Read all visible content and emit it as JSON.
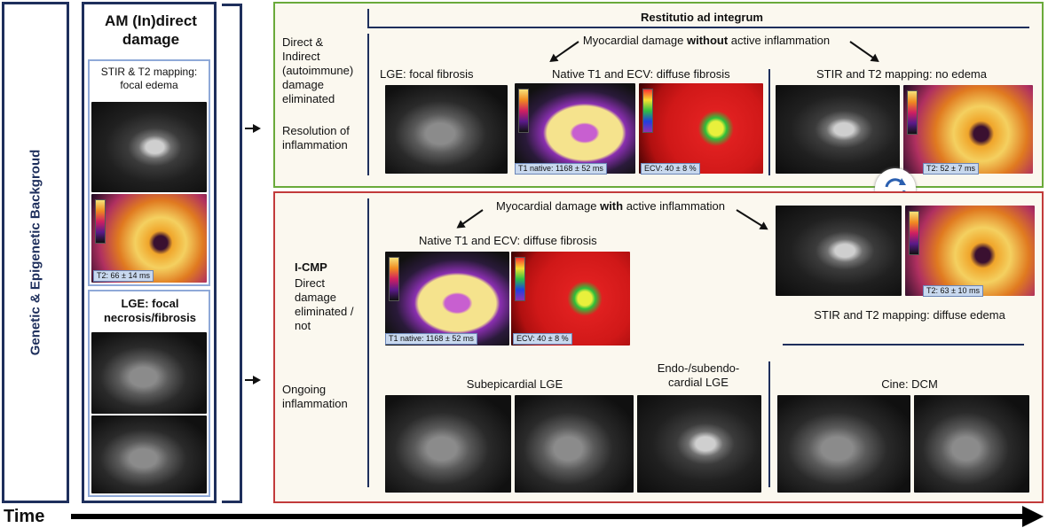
{
  "left_banner": {
    "text": "Genetic & Epigenetic Backgroud"
  },
  "am_column": {
    "title": "AM (In)direct damage",
    "box1_title": "STIR & T2 mapping: focal edema",
    "box1_value": "T2: 66 ± 14 ms",
    "box2_title": "LGE: focal necrosis/fibrosis"
  },
  "top_panel": {
    "header": "Restitutio ad integrum",
    "side_text_1": "Direct & Indirect (autoimmune) damage eliminated",
    "side_text_2": "Resolution of inflammation",
    "subheader_pre": "Myocardial damage ",
    "subheader_bold": "without",
    "subheader_post": " active inflammation",
    "lge_label": "LGE: focal fibrosis",
    "t1ecv_label": "Native T1 and ECV: diffuse fibrosis",
    "t1_value": "T1 native: 1168 ± 52 ms",
    "ecv_value": "ECV: 40 ± 8 %",
    "stir_label": "STIR and T2 mapping: no edema",
    "t2_value": "T2: 52 ± 7 ms"
  },
  "bottom_panel": {
    "side_title": "I-CMP",
    "side_text_1": "Direct damage eliminated / not",
    "side_text_2": "Ongoing inflammation",
    "subheader_pre": "Myocardial damage ",
    "subheader_bold": "with",
    "subheader_post": " active inflammation",
    "t1ecv_label": "Native T1 and ECV: diffuse fibrosis",
    "t1_value": "T1 native: 1168 ± 52 ms",
    "ecv_value": "ECV: 40 ± 8 %",
    "t2_value": "T2: 63 ± 10 ms",
    "stir_label": "STIR and T2 mapping: diffuse edema",
    "subepi_label": "Subepicardial LGE",
    "endo_label": "Endo-/subendo-cardial LGE",
    "cine_label": "Cine: DCM"
  },
  "time_axis": {
    "label": "Time"
  },
  "colors": {
    "navy": "#1e2f5c",
    "green": "#6aaa3a",
    "red": "#c23b3b",
    "panel_bg": "#fbf8ef",
    "box_blue": "#8fa9d8"
  },
  "icons": {
    "cycle": "cycle-arrows-icon"
  }
}
